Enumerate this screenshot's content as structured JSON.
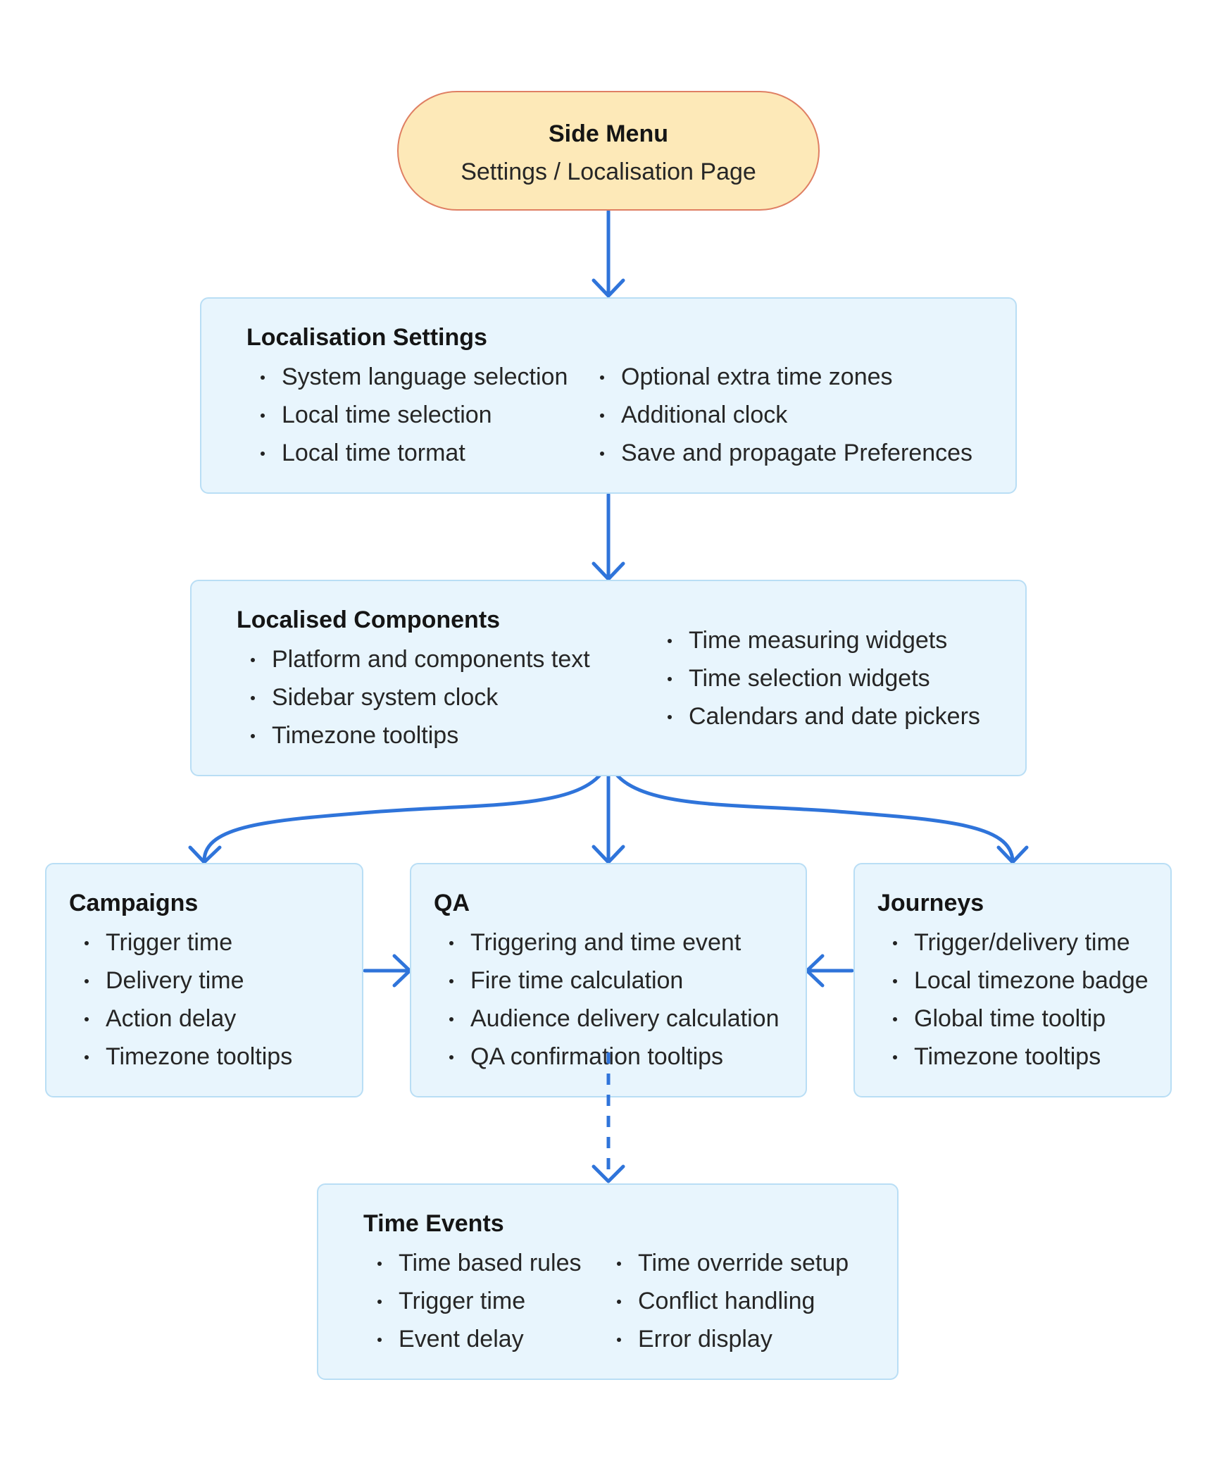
{
  "start": {
    "title": "Side Menu",
    "subtitle": "Settings / Localisation Page"
  },
  "settings": {
    "title": "Localisation Settings",
    "left_items": [
      "System language selection",
      "Local time selection",
      "Local time tormat"
    ],
    "right_items": [
      "Optional extra time zones",
      "Additional clock",
      "Save and propagate Preferences"
    ]
  },
  "components": {
    "title": "Localised Components",
    "left_items": [
      "Platform and components text",
      "Sidebar system clock",
      "Timezone tooltips"
    ],
    "right_items": [
      "Time measuring widgets",
      "Time selection widgets",
      "Calendars and date pickers"
    ]
  },
  "campaigns": {
    "title": "Campaigns",
    "items": [
      "Trigger time",
      "Delivery time",
      "Action delay",
      "Timezone tooltips"
    ]
  },
  "qa": {
    "title": "QA",
    "items": [
      "Triggering and time event",
      "Fire time calculation",
      "Audience delivery calculation",
      "QA confirmation tooltips"
    ]
  },
  "journeys": {
    "title": "Journeys",
    "items": [
      "Trigger/delivery time",
      "Local timezone badge",
      "Global time tooltip",
      "Timezone tooltips"
    ]
  },
  "time_events": {
    "title": "Time Events",
    "left_items": [
      "Time based rules",
      "Trigger time",
      "Event delay"
    ],
    "right_items": [
      "Time override setup",
      "Conflict handling",
      "Error display"
    ]
  },
  "colors": {
    "arrow": "#2f74da",
    "box_fill": "#e8f5fd",
    "box_border": "#b9def5",
    "start_fill": "#fde9b8",
    "start_border": "#df7f63"
  }
}
